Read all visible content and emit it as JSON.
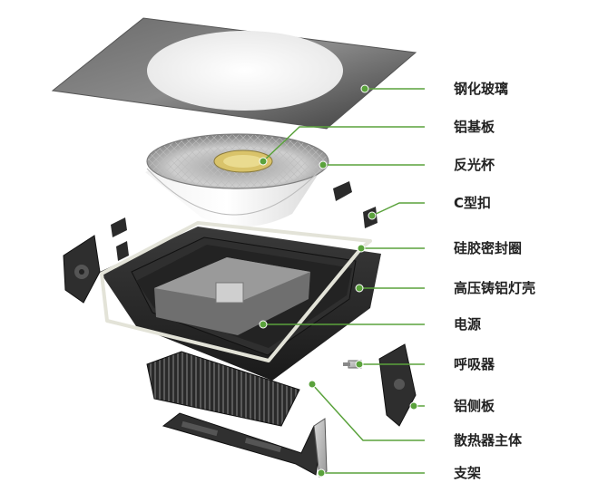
{
  "diagram": {
    "accent_color": "#5aa23c",
    "parts": [
      {
        "id": "glass",
        "label": "钢化玻璃"
      },
      {
        "id": "substrate",
        "label": "铝基板"
      },
      {
        "id": "reflector",
        "label": "反光杯"
      },
      {
        "id": "c-clip",
        "label": "C型扣"
      },
      {
        "id": "seal",
        "label": "硅胶密封圈"
      },
      {
        "id": "housing",
        "label": "高压铸铝灯壳"
      },
      {
        "id": "psu",
        "label": "电源"
      },
      {
        "id": "breather",
        "label": "呼吸器"
      },
      {
        "id": "side-plate",
        "label": "铝侧板"
      },
      {
        "id": "heatsink",
        "label": "散热器主体"
      },
      {
        "id": "bracket",
        "label": "支架"
      }
    ]
  }
}
